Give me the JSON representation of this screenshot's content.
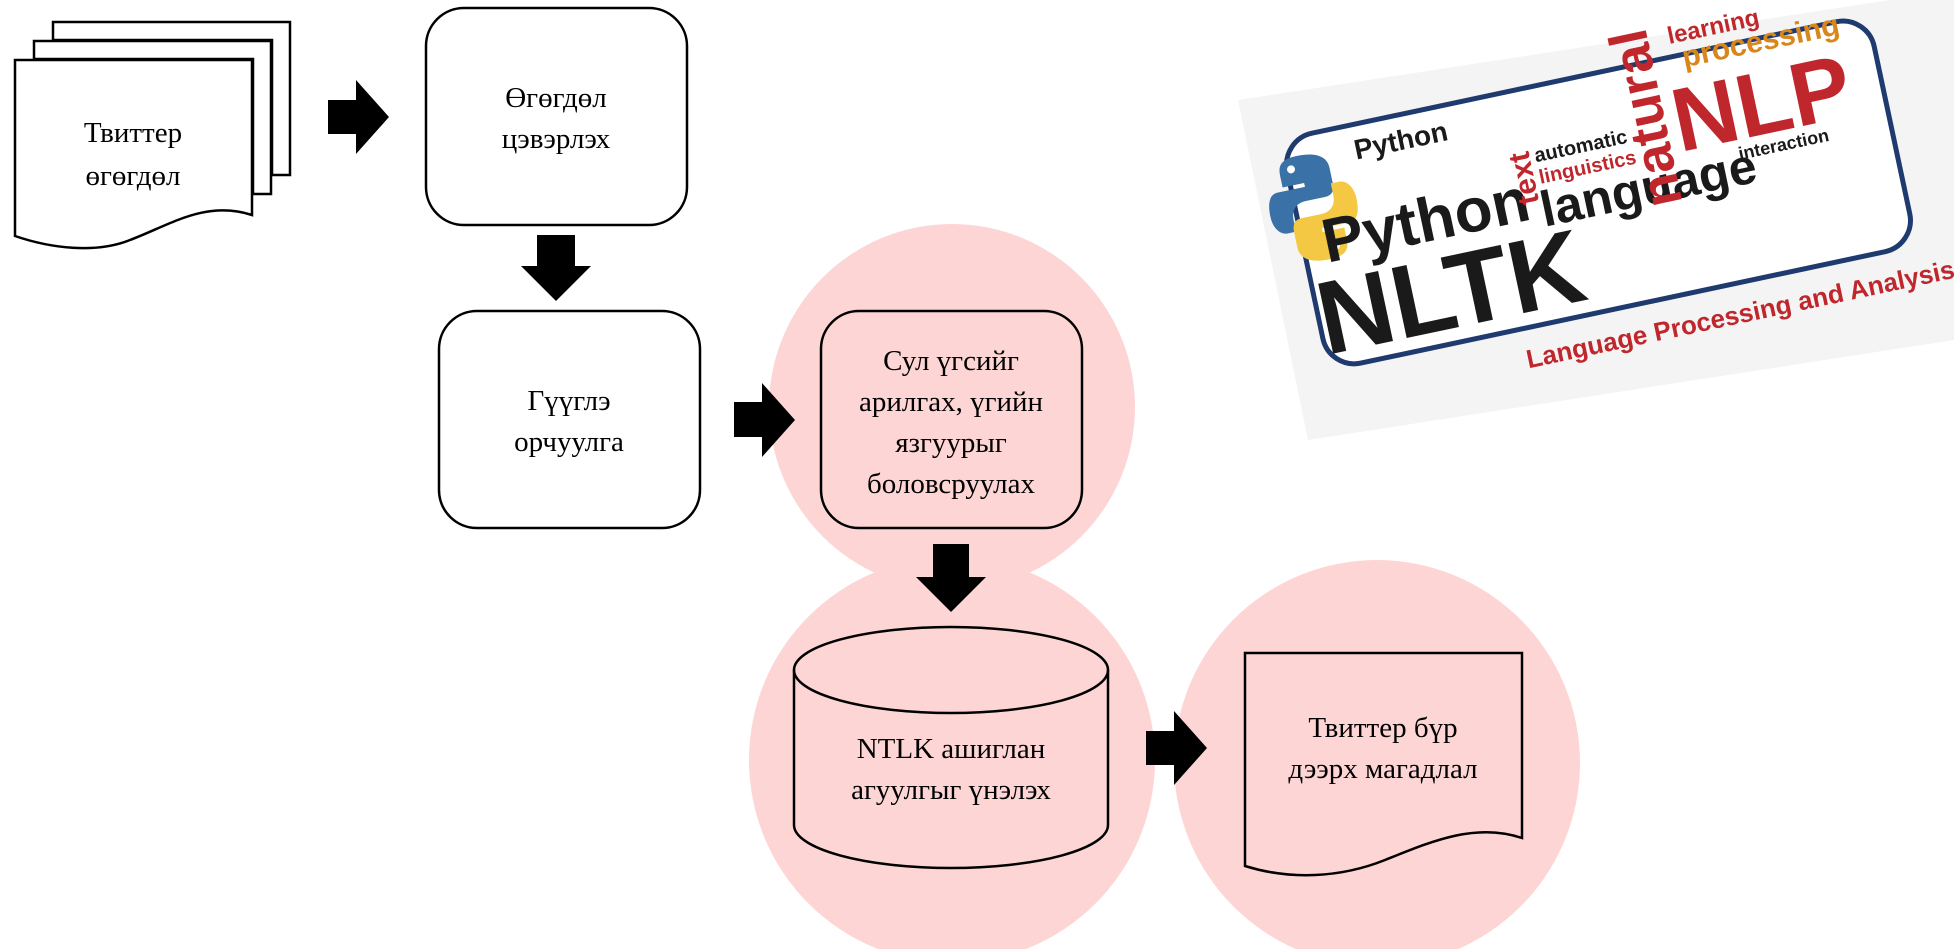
{
  "colors": {
    "highlight": "#fdd5d5",
    "stroke": "#000000",
    "arrow": "#000000",
    "logo_dark": "#1a1a1a",
    "logo_red": "#c0272d",
    "logo_orange": "#d9861a",
    "logo_frame": "#1f3a6e"
  },
  "nodes": {
    "twitter_data": {
      "line1": "Твиттер",
      "line2": "өгөгдөл"
    },
    "data_cleaning": {
      "line1": "Өгөгдөл",
      "line2": "цэвэрлэх"
    },
    "google_translate": {
      "line1": "Гүүглэ",
      "line2": "орчуулга"
    },
    "stopwords_stemming": {
      "line1": "Сул үгсийг",
      "line2": "арилгах, үгийн",
      "line3": "язгуурыг",
      "line4": "боловсруулах"
    },
    "ntlk_sentiment": {
      "line1": "NTLK ашиглан",
      "line2": "агуулгыг  үнэлэх"
    },
    "tweet_probability": {
      "line1": "Твиттер бүр",
      "line2": "дээрх магадлал"
    }
  },
  "logo": {
    "python_small": "Python",
    "python_big": "Python",
    "nltk": "NLTK",
    "nlp": "NLP",
    "natural": "natural",
    "language": "language",
    "processing": "processing",
    "learning": "learning",
    "text": "text",
    "linguistics": "linguistics",
    "automatic": "automatic",
    "interaction": "interaction",
    "tagline": "Language Processing and Analysis",
    "icon": "python-logo-icon"
  }
}
